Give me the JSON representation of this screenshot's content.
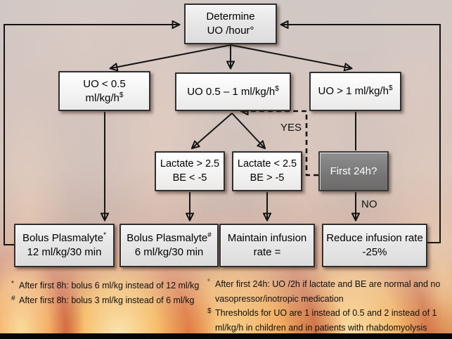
{
  "figure": {
    "description": "Urine-output driven fluid titration flowchart on a flame background"
  },
  "nodes": {
    "determine": {
      "line1": "Determine",
      "line2": "UO /hour°"
    },
    "uo_low": {
      "line1": "UO < 0.5",
      "line2": "ml/kg/h",
      "sup2": "$"
    },
    "uo_mid": {
      "line1": "UO 0.5 – 1 ml/kg/h",
      "sup1": "$"
    },
    "uo_high": {
      "line1": "UO > 1 ml/kg/h",
      "sup1": "$"
    },
    "lactate_high": {
      "line1": "Lactate > 2.5",
      "line2": "BE < -5"
    },
    "lactate_low": {
      "line1": "Lactate < 2.5",
      "line2": "BE > -5"
    },
    "first_24h": {
      "line1": "First 24h?"
    },
    "bolus_12": {
      "line1": "Bolus Plasmalyte",
      "sup1": "*",
      "line2": "12 ml/kg/30 min"
    },
    "bolus_6": {
      "line1": "Bolus Plasmalyte",
      "sup1": "#",
      "line2": "6 ml/kg/30 min"
    },
    "maintain": {
      "line1": "Maintain infusion",
      "line2": "rate ="
    },
    "reduce": {
      "line1": "Reduce infusion rate",
      "line2": "-25%"
    }
  },
  "edge_labels": {
    "yes": "YES",
    "no": "NO"
  },
  "footnotes": {
    "left": [
      {
        "marker": "*",
        "text": "After first 8h: bolus 6 ml/kg instead of 12 ml/kg"
      },
      {
        "marker": "#",
        "text": "After first 8h: bolus 3 ml/kg instead of 6 ml/kg"
      }
    ],
    "right": [
      {
        "marker": "°",
        "text": "After first 24h: UO /2h if lactate and BE are normal and no vasopressor/inotropic medication"
      },
      {
        "marker": "$",
        "text": "Thresholds for UO are 1 instead of 0.5 and 2 instead of 1 ml/kg/h in children and in patients with rhabdomyolysis"
      }
    ]
  },
  "colors": {
    "line": "#141414",
    "box_border": "#2e2e2e",
    "box_fill_light": "#f3f3f3",
    "box_fill_gray": "#e7e7e7",
    "dark_box_fill": "#767676",
    "dark_box_text": "#ffffff",
    "flame_orange": "#f79b3e",
    "flame_yellow": "#ffd98a",
    "flame_red": "#6b200d"
  }
}
